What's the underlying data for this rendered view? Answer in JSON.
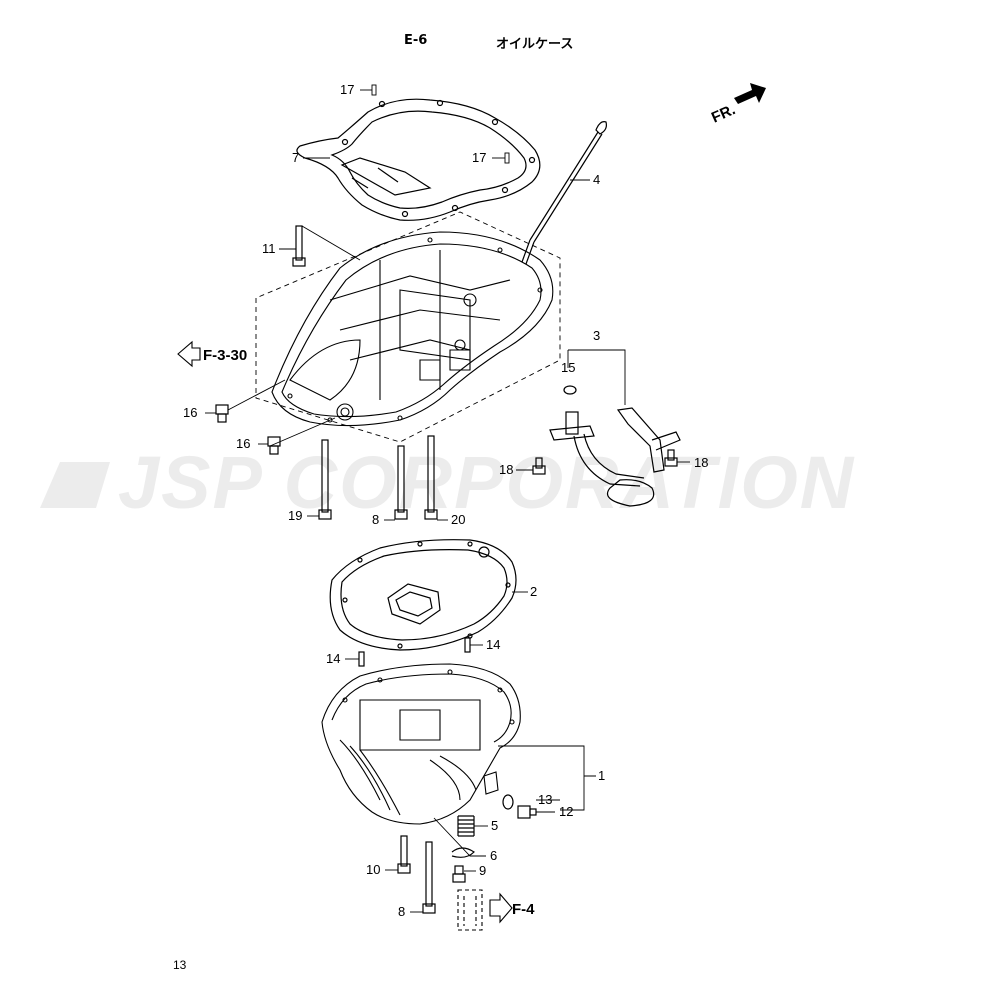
{
  "header": {
    "code": "E-6",
    "title": "オイルケース"
  },
  "page_number": "13",
  "watermark": "JSP CORPORATION",
  "direction_marker": {
    "label": "FR."
  },
  "cross_references": [
    {
      "id": "ref-f-3-30",
      "label": "F-3-30"
    },
    {
      "id": "ref-f-4",
      "label": "F-4"
    }
  ],
  "callouts": [
    {
      "id": "c17a",
      "label": "17"
    },
    {
      "id": "c7",
      "label": "7"
    },
    {
      "id": "c17b",
      "label": "17"
    },
    {
      "id": "c4",
      "label": "4"
    },
    {
      "id": "c11",
      "label": "11"
    },
    {
      "id": "c3",
      "label": "3"
    },
    {
      "id": "c15",
      "label": "15"
    },
    {
      "id": "c16a",
      "label": "16"
    },
    {
      "id": "c16b",
      "label": "16"
    },
    {
      "id": "c18a",
      "label": "18"
    },
    {
      "id": "c18b",
      "label": "18"
    },
    {
      "id": "c19",
      "label": "19"
    },
    {
      "id": "c8a",
      "label": "8"
    },
    {
      "id": "c20",
      "label": "20"
    },
    {
      "id": "c2",
      "label": "2"
    },
    {
      "id": "c14a",
      "label": "14"
    },
    {
      "id": "c14b",
      "label": "14"
    },
    {
      "id": "c1",
      "label": "1"
    },
    {
      "id": "c13",
      "label": "13"
    },
    {
      "id": "c12",
      "label": "12"
    },
    {
      "id": "c5",
      "label": "5"
    },
    {
      "id": "c6",
      "label": "6"
    },
    {
      "id": "c10",
      "label": "10"
    },
    {
      "id": "c9",
      "label": "9"
    },
    {
      "id": "c8b",
      "label": "8"
    }
  ]
}
